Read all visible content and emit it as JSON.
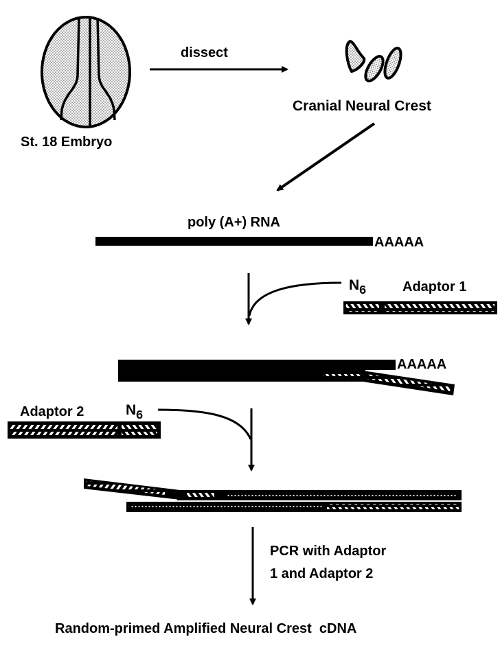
{
  "figure": {
    "title": "Random-primed amplification of cranial neural crest cDNA",
    "embryo_label": "St. 18 Embryo",
    "dissect_label": "dissect",
    "neural_crest_label": "Cranial Neural Crest",
    "rna_label": "poly (A+) RNA",
    "polyA_tail": "AAAAA",
    "polyA_tail_2": "AAAAA",
    "n6_1": {
      "base": "N",
      "sub": "6"
    },
    "n6_2": {
      "base": "N",
      "sub": "6"
    },
    "adaptor1_label": "Adaptor 1",
    "adaptor2_label": "Adaptor 2",
    "pcr_line1": "PCR with Adaptor",
    "pcr_line2": "1 and Adaptor 2",
    "result_label": "Random-primed Amplified Neural Crest  cDNA"
  },
  "colors": {
    "ink": "#000000",
    "background": "#ffffff",
    "stipple": "#9a9a9a"
  }
}
